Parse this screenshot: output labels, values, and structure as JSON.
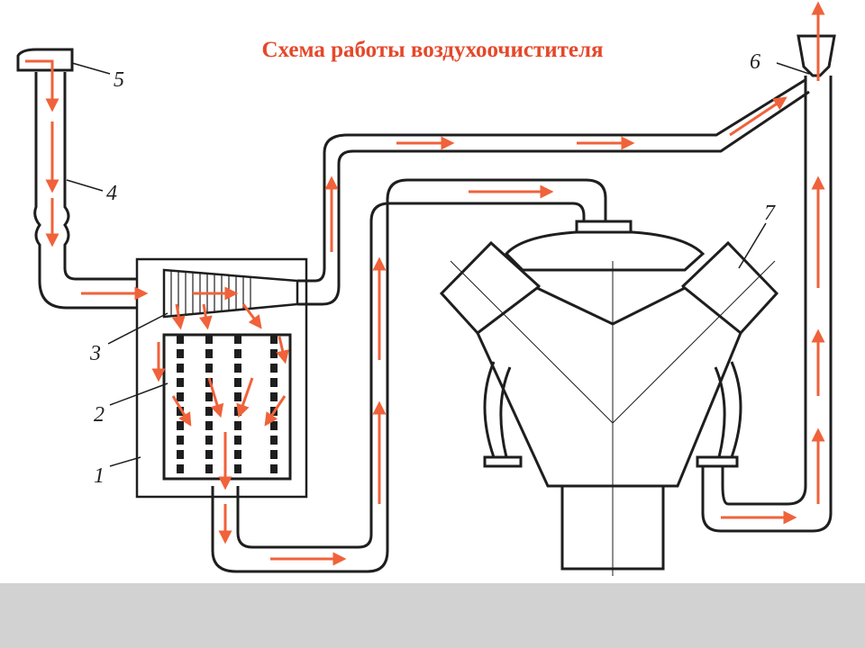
{
  "title": "Схема работы воздухоочистителя",
  "colors": {
    "title": "#e5482a",
    "flow": "#f0623a",
    "line": "#1e1e1e",
    "footer": "#d2d2d2"
  },
  "callouts": {
    "n1": "1",
    "n2": "2",
    "n3": "3",
    "n4": "4",
    "n5": "5",
    "n6": "6",
    "n7": "7"
  }
}
